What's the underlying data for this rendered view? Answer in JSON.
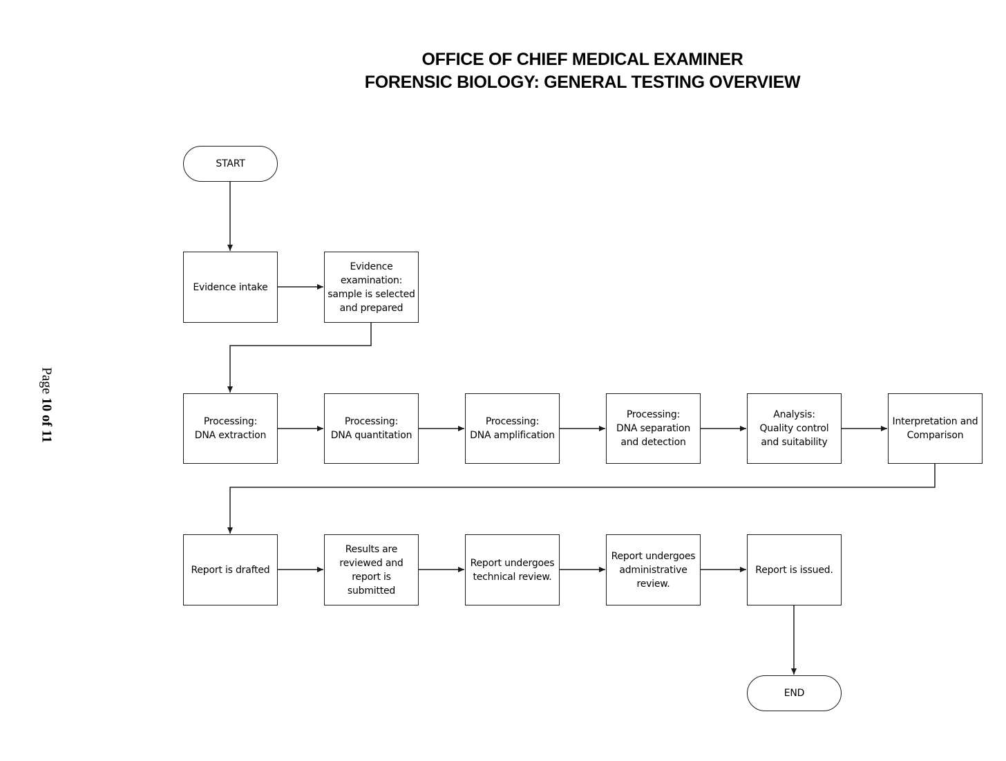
{
  "header": {
    "title_line1": "OFFICE OF CHIEF MEDICAL EXAMINER",
    "title_line2": "FORENSIC BIOLOGY: GENERAL TESTING OVERVIEW"
  },
  "page_label": {
    "prefix": "Page ",
    "current": "10",
    "middle": " of ",
    "total": "11"
  },
  "nodes": {
    "start": "START",
    "evidence_intake": "Evidence intake",
    "evidence_examination": "Evidence\nexamination:\nsample is selected\nand prepared",
    "dna_extraction": "Processing:\nDNA extraction",
    "dna_quantitation": "Processing:\nDNA quantitation",
    "dna_amplification": "Processing:\nDNA amplification",
    "dna_separation": "Processing:\nDNA separation\nand detection",
    "analysis": "Analysis:\nQuality control\nand suitability",
    "interpretation": "Interpretation and\nComparison",
    "report_drafted": "Report is drafted",
    "results_reviewed": "Results are\nreviewed and\nreport is\nsubmitted",
    "technical_review": "Report undergoes\ntechnical review.",
    "administrative_review": "Report undergoes\nadministrative\nreview.",
    "report_issued": "Report is issued.",
    "end": "END"
  }
}
